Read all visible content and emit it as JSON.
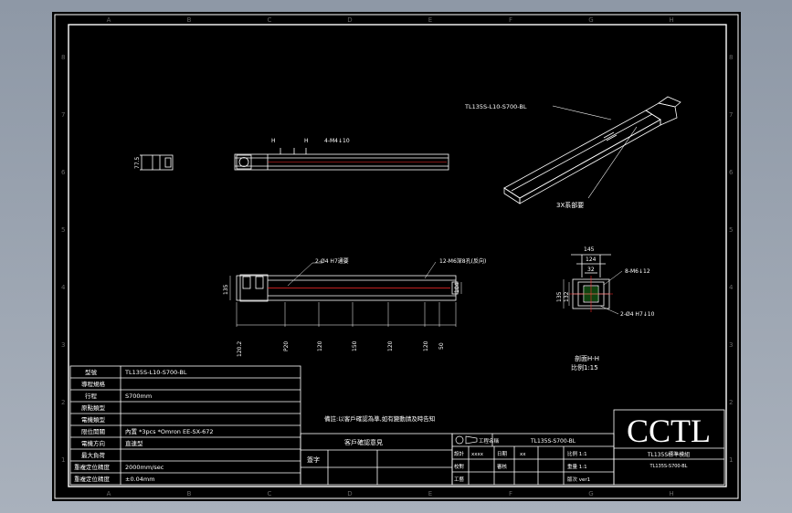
{
  "colors": {
    "background": "#000000",
    "frame": "#ffffff",
    "accent_red": "#ff2a2a",
    "hatch_green": "#1e7a1e",
    "backdrop": "#a0a8b4"
  },
  "border": {
    "column_letters": [
      "A",
      "B",
      "C",
      "D",
      "E",
      "F",
      "G",
      "H"
    ],
    "row_numbers": [
      "8",
      "7",
      "6",
      "5",
      "4",
      "3",
      "2",
      "1"
    ]
  },
  "views": {
    "end_view_dim": "77.5",
    "top_view_dims": {
      "h1": "H",
      "h2": "H",
      "thread": "4-M4↓10"
    },
    "iso_part_label": "TL135S-L10-S700-BL",
    "iso_motor_label": "3X系部要",
    "front_view": {
      "hole_label": "2-Ø4 H7通要",
      "thread_label": "12-M6深8孔(反向)",
      "height_dim": "135",
      "right_dim": "104",
      "bottom_dims": [
        "120.2",
        "P20",
        "120",
        "150",
        "120",
        "120",
        "50"
      ]
    },
    "section": {
      "top_dims": [
        "145",
        "124",
        "32"
      ],
      "thread_label": "8-M6↓12",
      "hole_label": "2-Ø4 H7↓10",
      "left_dims": [
        "135",
        "132"
      ],
      "caption": "剖面H-H",
      "scale": "比例1:15"
    }
  },
  "spec_table": {
    "rows": [
      {
        "label": "型號",
        "value": "TL135S-L10-S700-BL"
      },
      {
        "label": "導程規格",
        "value": ""
      },
      {
        "label": "行程",
        "value": "S700mm"
      },
      {
        "label": "原點類型",
        "value": ""
      },
      {
        "label": "電機類型",
        "value": ""
      },
      {
        "label": "限位開關",
        "value": "內置 *3pcs *Omron EE-SX-672"
      },
      {
        "label": "電機方向",
        "value": "直連型"
      },
      {
        "label": "最大負荷",
        "value": ""
      },
      {
        "label": "重複定位精度",
        "value": "2000mm/sec"
      },
      {
        "label": "重複定位精度",
        "value": "±0.04mm"
      }
    ]
  },
  "note": "備註:以客戶確認為準,如有變動請及時告知",
  "title_block": {
    "client_confirm_label": "客戶確認意見",
    "sign_label": "簽字",
    "drawing_no": "TL135S-S700-BL",
    "part_name_label": "工程名稱",
    "logo_text": "CCTL",
    "product_title": "TL135S標準模組",
    "product_code": "TL135S-S700-BL",
    "rows": [
      {
        "c1": "設計",
        "c2": "xxxx",
        "c3": "日期",
        "c4": "xx",
        "c5": "比例 1:1"
      },
      {
        "c1": "校對",
        "c2": "",
        "c3": "審核",
        "c4": "",
        "c5": "重量 1:1"
      },
      {
        "c1": "工藝",
        "c2": "",
        "c3": "",
        "c4": "",
        "c5": "版次 ver1"
      }
    ]
  }
}
